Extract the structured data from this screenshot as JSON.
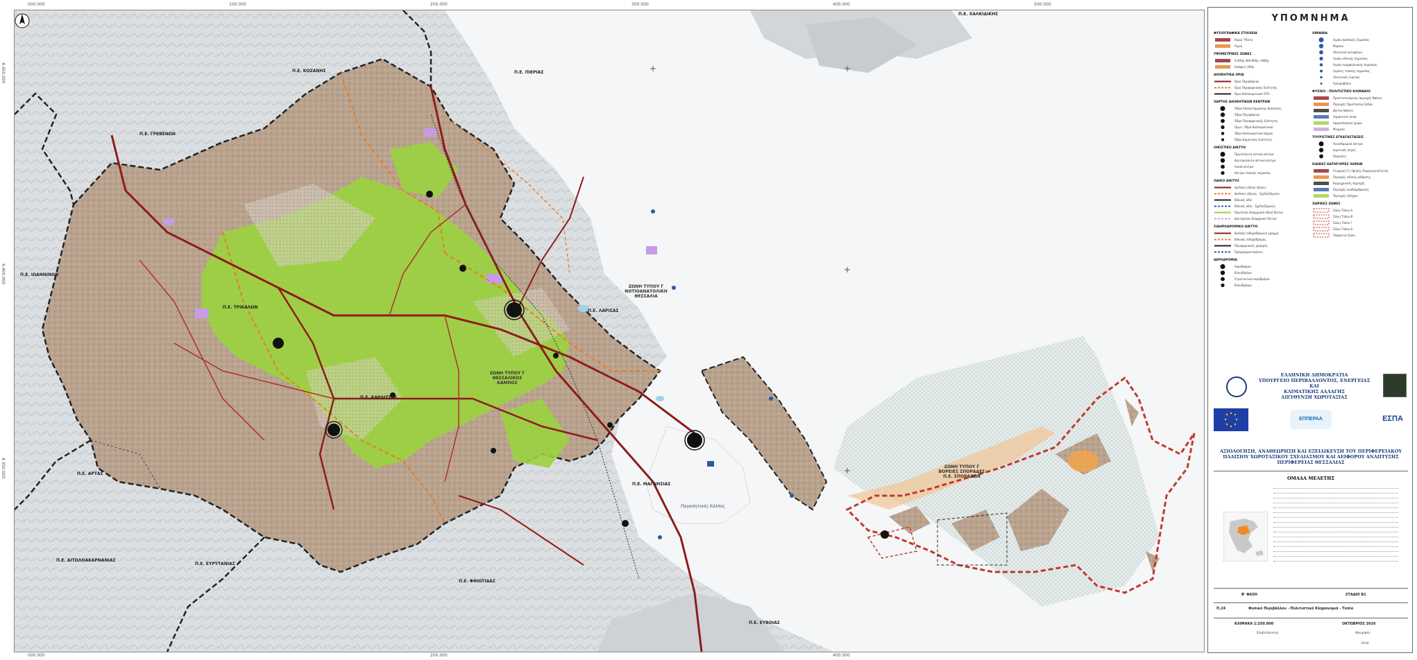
{
  "map": {
    "coords_top": [
      "000.000",
      "100.000",
      "200.000",
      "300.000",
      "400.000",
      "500.000"
    ],
    "coords_left": [
      "4.450.000",
      "4.400.000",
      "4.350.000"
    ],
    "labels": {
      "pe_kozanis": "Π.Ε. ΚΟΖΑΝΗΣ",
      "pe_pierias": "Π.Ε. ΠΙΕΡΙΑΣ",
      "pe_chalkidikis": "Π.Ε. ΧΑΛΚΙΔΙΚΗΣ",
      "pe_grevenon": "Π.Ε. ΓΡΕΒΕΝΩΝ",
      "pe_ioanninon": "Π.Ε. ΙΩΑΝΝΙΝΩΝ",
      "pe_artas": "Π.Ε. ΑΡΤΑΣ",
      "pe_aitoloakarnanias": "Π.Ε. ΑΙΤΩΛΟΑΚΑΡΝΑΝΙΑΣ",
      "pe_evrytanias": "Π.Ε. ΕΥΡΥΤΑΝΙΑΣ",
      "pe_fthiotidas": "Π.Ε. ΦΘΙΩΤΙΔΑΣ",
      "pe_evvoias": "Π.Ε. ΕΥΒΟΙΑΣ",
      "pe_larisas": "Π.Ε. ΛΑΡΙΣΑΣ",
      "pe_trikalon": "Π.Ε. ΤΡΙΚΑΛΩΝ",
      "pe_karditsas": "Π.Ε. ΚΑΡΔΙΤΣΑΣ",
      "pe_magnisias": "Π.Ε. ΜΑΓΝΗΣΙΑΣ",
      "zone_1": "ΖΩΝΗ ΤΥΠΟΥ Γ ΘΕΣΣΑΛΙΚΟΣ ΚΑΜΠΟΣ",
      "zone_2": "ΖΩΝΗ ΤΥΠΟΥ Γ ΝΟΤΙΟΑΝΑΤΟΛΙΚΗ ΘΕΣΣΑΛΙΑ",
      "zone_3": "ΖΩΝΗ ΤΥΠΟΥ Γ ΒΟΡΕΙΕΣ ΣΠΟΡΑΔΕΣ Π.Ε. ΣΠΟΡΑΔΩΝ",
      "pagasitikos": "Παγασητικός Κόλπος"
    }
  },
  "legend": {
    "title": "ΥΠΟΜΝΗΜΑ",
    "left": [
      {
        "section": "ΦΥΣΙΟΓΡΑΦΙΚΑ ΣΤΟΙΧΕΙΑ",
        "items": [
          "Κύρια Ύδατα",
          "Λίμνη"
        ]
      },
      {
        "section": "ΥΨΟΜΕΤΡΙΚΕΣ ΖΩΝΕΣ",
        "items": [
          "0-400μ  400-800μ  >800μ",
          "Ισοϋψείς 400μ"
        ]
      },
      {
        "section": "ΔΙΟΙΚΗΤΙΚΑ ΟΡΙΑ",
        "items": [
          "Όριο Περιφέρειας",
          "Όριο Περιφερειακής Ενότητας",
          "Όριο Καλλικρατικού ΟΤΑ"
        ]
      },
      {
        "section": "ΧΑΡΤΗΣ ΔΙΟΙΚΗΤΙΚΩΝ ΚΕΝΤΡΩΝ",
        "items": [
          "Έδρα Αποκεντρωμένης Διοίκησης",
          "Έδρα Περιφέρειας",
          "Έδρα Περιφερειακής Ενότητας",
          "Πρωτ. Έδρα Καλλικρατικού",
          "Έδρα Καλλικρατικού Δήμου",
          "Έδρα Δημοτικής Ενότητας"
        ]
      },
      {
        "section": "ΟΙΚΙΣΤΙΚΟ ΔΙΚΤΥΟ",
        "items": [
          "Πρωτεύοντα αστικά κέντρα",
          "Δευτερεύοντα αστικά κέντρα",
          "Λοιπά κέντρα",
          "Κέντρα τοπικής σημασίας"
        ]
      },
      {
        "section": "ΟΔΙΚΟ ΔΙΚΤΥΟ",
        "items": [
          "Διεθνείς οδικοί άξονες",
          "Διεθνείς άξονες - Σχεδιαζόμενοι",
          "Εθνικές οδοί",
          "Εθνικές οδοί - Σχεδιαζόμενες",
          "Πρωτεύον Επαρχιακό οδικό δίκτυο",
          "Δευτερεύον Επαρχιακό δίκτυο"
        ]
      },
      {
        "section": "ΣΙΔΗΡΟΔΡΟΜΙΚΟ ΔΙΚΤΥΟ",
        "items": [
          "Διεθνής σιδηροδρομική γραμμή",
          "Εθνικός σιδηρόδρομος",
          "Περιφερειακές γραμμές",
          "Προγραμματισμένες"
        ]
      },
      {
        "section": "ΑΕΡΟΔΡΟΜΙΑ",
        "items": [
          "Αεροδρόμιο",
          "Ελικοδρόμιο",
          "Στρατιωτικό αεροδρόμιο",
          "Ελικοδρόμιο"
        ]
      }
    ],
    "right": [
      {
        "section": "ΛΙΜΑΝΙΑ",
        "items": [
          "Λιμάνι Διεθνούς Σημασίας",
          "Μαρίνα",
          "Αλιευτικό καταφύγιο",
          "Λιμάνι εθνικής σημασίας",
          "Λιμάνι περιφερειακής σημασίας",
          "Λιμένες τοπικής σημασίας",
          "Αλιευτικός λιμένας",
          "Αγκυροβόλιο"
        ]
      },
      {
        "section": "ΦΥΣΙΚΟ - ΠΟΛΙΤΙΣΤΙΚΟ ΚΛΙΜΑΚΙΟ",
        "items": [
          "Προστατευόμενες περιοχές Natura",
          "Περιοχές Προστασίας Ειδών",
          "Δίκτυο Natura",
          "Σημαντικά τοπία",
          "Αρχαιολογικοί χώροι",
          "Μνημεία"
        ]
      },
      {
        "section": "ΤΟΥΡΙΣΤΙΚΕΣ ΕΓΚΑΤΑΣΤΑΣΕΙΣ",
        "items": [
          "Χιονοδρομικό κέντρο",
          "Ιαματικές πηγές",
          "Παραλίες"
        ]
      },
      {
        "section": "ΕΙΔΙΚΕΣ ΚΑΤΗΓΟΡΙΕΣ ΧΩΡΩΝ",
        "items": [
          "Γεωργική Γη Υψηλής Παραγωγικότητας",
          "Περιοχές ειδικής ρύθμισης",
          "Βιομηχανικές περιοχές",
          "Περιοχές αναδιάρθρωσης",
          "Περιοχές ελέγχου"
        ]
      },
      {
        "section": "ΧΩΡΙΚΕΣ ΖΩΝΕΣ",
        "items": [
          "Ζώνη Τύπου Α",
          "Ζώνη Τύπου Β",
          "Ζώνη Τύπου Γ",
          "Ζώνη Τύπου Δ",
          "Παράκτια Ζώνη"
        ]
      }
    ]
  },
  "institution": {
    "line1": "ΕΛΛΗΝΙΚΗ ΔΗΜΟΚΡΑΤΙΑ",
    "line2": "ΥΠΟΥΡΓΕΙΟ ΠΕΡΙΒΑΛΛΟΝΤΟΣ, ΕΝΕΡΓΕΙΑΣ ΚΑΙ",
    "line3": "ΚΛΙΜΑΤΙΚΗΣ ΑΛΛΑΓΗΣ",
    "line4": "ΔΙΕΥΘΥΝΣΗ ΧΩΡΟΤΑΞΙΑΣ"
  },
  "espa_center": "ΕΠΠΕΡΑΑ",
  "espa_logo": "ΕΣΠΑ",
  "project_title": "ΑΞΙΟΛΟΓΗΣΗ, ΑΝΑΘΕΩΡΗΣΗ ΚΑΙ ΕΞΕΙΔΙΚΕΥΣΗ ΤΟΥ ΠΕΡΙΦΕΡΕΙΑΚΟΥ ΠΛΑΙΣΙΟΥ ΧΩΡΟΤΑΞΙΚΟΥ ΣΧΕΔΙΑΣΜΟΥ ΚΑΙ ΑΕΙΦΟΡΟΥ ΑΝΑΠΤΥΞΗΣ ΠΕΡΙΦΕΡΕΙΑΣ ΘΕΣΣΑΛΙΑΣ",
  "team": {
    "title": "ΟΜΑΔΑ ΜΕΛΕΤΗΣ"
  },
  "meta": {
    "phase": "Β' ΦΑΣΗ",
    "stage": "ΣΤΑΔΙΟ Β1",
    "map_no": "Π.24",
    "map_title": "Φυσικό Περιβάλλον - Πολιτιστικό Κληρονομιά - Τοπίο",
    "scale": "ΚΛΙΜΑΚΑ 1:250.000",
    "date": "ΟΚΤΩΒΡΙΟΣ 2016",
    "supervision": "Επιβλέποντες",
    "approval": "Θεώρηση",
    "year_note": "2016"
  }
}
